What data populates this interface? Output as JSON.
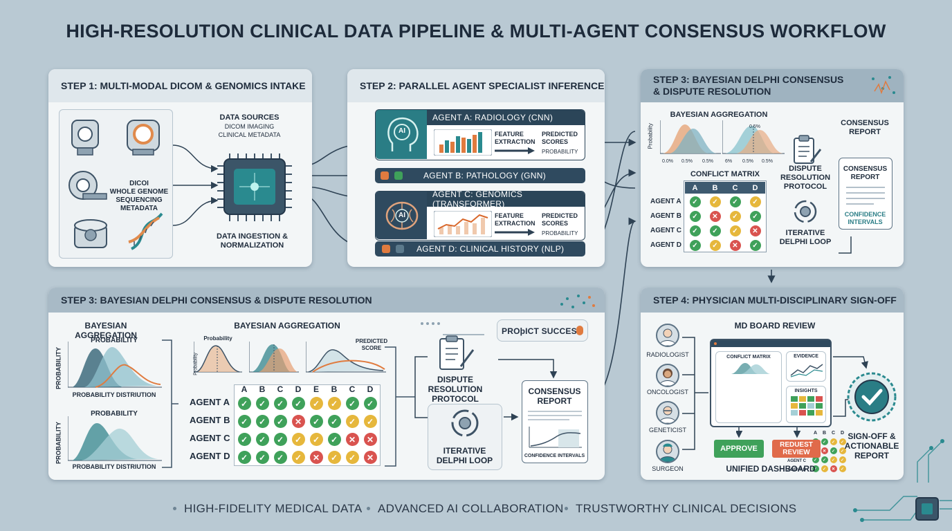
{
  "title": "HIGH-RESOLUTION CLINICAL DATA PIPELINE & MULTI-AGENT CONSENSUS WORKFLOW",
  "step1": {
    "header": "STEP 1: MULTI-MODAL DICOM & GENOMICS INTAKE",
    "data_sources": "DATA SOURCES",
    "dicom_imaging": "DICOM IMAGING",
    "clinical_metadata": "CLINICAL METADATA",
    "dicoi": "DICOI",
    "whole_genome": "WHOLE GENOME",
    "sequencing": "SEQUENCING",
    "metadata": "METADATA",
    "ingestion_1": "DATA INGESTION &",
    "ingestion_2": "NORMALIZATION"
  },
  "step2": {
    "header": "STEP 2: PARALLEL AGENT SPECIALIST INFERENCE",
    "agent_a": "AGENT A: RADIOLOGY (CNN)",
    "agent_b": "AGENT B: PATHOLOGY (GNN)",
    "agent_c": "AGENT C: GENOMICS (TRANSFORMER)",
    "agent_d": "AGENT D: CLINICAL HISTORY (NLP)",
    "feature": "FEATURE",
    "extraction": "EXTRACTION",
    "predicted": "PREDICTED",
    "scores": "SCORES",
    "probability": "PROBABILITY",
    "ai_label": "AI"
  },
  "step3_top": {
    "header_1": "STEP 3: BAYESIAN DELPHI CONSENSUS",
    "header_2": "& DISPUTE RESOLUTION",
    "bayesian": "BAYESIAN AGGREGATION",
    "prob_axis": "Probability",
    "ticks_a": [
      "0.0%",
      "0.5%",
      "0.5%"
    ],
    "ticks_b": [
      "6%",
      "0.5%",
      "0.5%"
    ],
    "peak_label": "0.5%",
    "conflict_matrix": "CONFLICT MATRIX",
    "cols": [
      "A",
      "B",
      "C",
      "D"
    ],
    "rows": [
      {
        "label": "AGENT A",
        "cells": [
          "g",
          "y",
          "g",
          "y"
        ]
      },
      {
        "label": "AGENT B",
        "cells": [
          "g",
          "r",
          "y",
          "g"
        ]
      },
      {
        "label": "AGENT C",
        "cells": [
          "g",
          "g",
          "y",
          "r"
        ]
      },
      {
        "label": "AGENT D",
        "cells": [
          "g",
          "y",
          "r",
          "g"
        ]
      }
    ],
    "dispute_1": "DISPUTE",
    "dispute_2": "RESOLUTION",
    "dispute_3": "PROTOCOL",
    "iter_1": "ITERATIVE",
    "iter_2": "DELPHI LOOP",
    "consensus_1": "CONSENSUS",
    "consensus_2": "REPORT",
    "doc_title_1": "CONSENSUS",
    "doc_title_2": "REPORT",
    "confidence_1": "CONFIDENCE",
    "confidence_2": "INTERVALS"
  },
  "step3_bottom": {
    "header": "STEP 3: BAYESIAN DELPHI CONSENSUS & DISPUTE RESOLUTION",
    "bayesian_left": "BAYESIAN AGGREGATION",
    "bayesian_mid": "BAYESIAN AGGREGATION",
    "probability": "PROBABILITY",
    "probability_small": "Probability",
    "prob_dist": "PROBABILITY DISTRIUTION",
    "predicted_1": "PREDICTED",
    "predicted_2": "SCORE",
    "cols": [
      "A",
      "B",
      "C",
      "D",
      "E",
      "B",
      "C",
      "D"
    ],
    "rows": [
      {
        "label": "AGENT A",
        "cells": [
          "g",
          "g",
          "g",
          "g",
          "y",
          "y",
          "g",
          "g"
        ]
      },
      {
        "label": "AGENT B",
        "cells": [
          "g",
          "g",
          "g",
          "r",
          "g",
          "g",
          "y",
          "y"
        ]
      },
      {
        "label": "AGENT C",
        "cells": [
          "g",
          "g",
          "g",
          "y",
          "y",
          "g",
          "r",
          "r"
        ]
      },
      {
        "label": "AGENT D",
        "cells": [
          "g",
          "g",
          "g",
          "y",
          "r",
          "y",
          "y",
          "r"
        ]
      }
    ],
    "product_success": "PROþICT SUCCESS",
    "dispute_1": "DISPUTE",
    "dispute_2": "RESOLUTION",
    "dispute_3": "PROTOCOL",
    "iter_1": "ITERATIVE",
    "iter_2": "DELPHI LOOP",
    "consensus_1": "CONSENSUS",
    "consensus_2": "REPORT",
    "confidence": "CONFIDENCE INTERVALS"
  },
  "step4": {
    "header": "STEP 4: PHYSICIAN MULTI-DISCIPLINARY SIGN-OFF",
    "md_board": "MD BOARD REVIEW",
    "roles": [
      "RADIOLOGIST",
      "ONCOLOGIST",
      "GENETICIST",
      "SURGEON"
    ],
    "conflict_matrix": "CONFLICT MATRIX",
    "mini_cols": [
      "A",
      "B",
      "C",
      "D"
    ],
    "mini_rows": [
      {
        "label": "AGENT A",
        "cells": [
          "g",
          "g",
          "y",
          "y"
        ]
      },
      {
        "label": "AGENT B",
        "cells": [
          "g",
          "r",
          "g",
          "y"
        ]
      },
      {
        "label": "AGENT C",
        "cells": [
          "g",
          "g",
          "y",
          "y"
        ]
      },
      {
        "label": "AGENT D",
        "cells": [
          "g",
          "y",
          "r",
          "y"
        ]
      }
    ],
    "evidence": "EVIDENCE",
    "insights": "INSIGHTS",
    "approve": "APPROVE",
    "request_1": "REDUEST",
    "request_2": "REVIEW",
    "dashboard": "UNIFIED DASHBOARD",
    "signoff_1": "SIGN-OFF &",
    "signoff_2": "ACTIONABLE",
    "signoff_3": "REPORT"
  },
  "footer": [
    "HIGH-FIDELITY MEDICAL DATA",
    "ADVANCED AI COLLABORATION",
    "TRUSTWORTHY CLINICAL DECISIONS"
  ],
  "colors": {
    "green": "#3fa15a",
    "yellow": "#e6b73c",
    "red": "#d9534f",
    "dark_blue": "#2f4a5f",
    "teal": "#2a8a8f"
  }
}
